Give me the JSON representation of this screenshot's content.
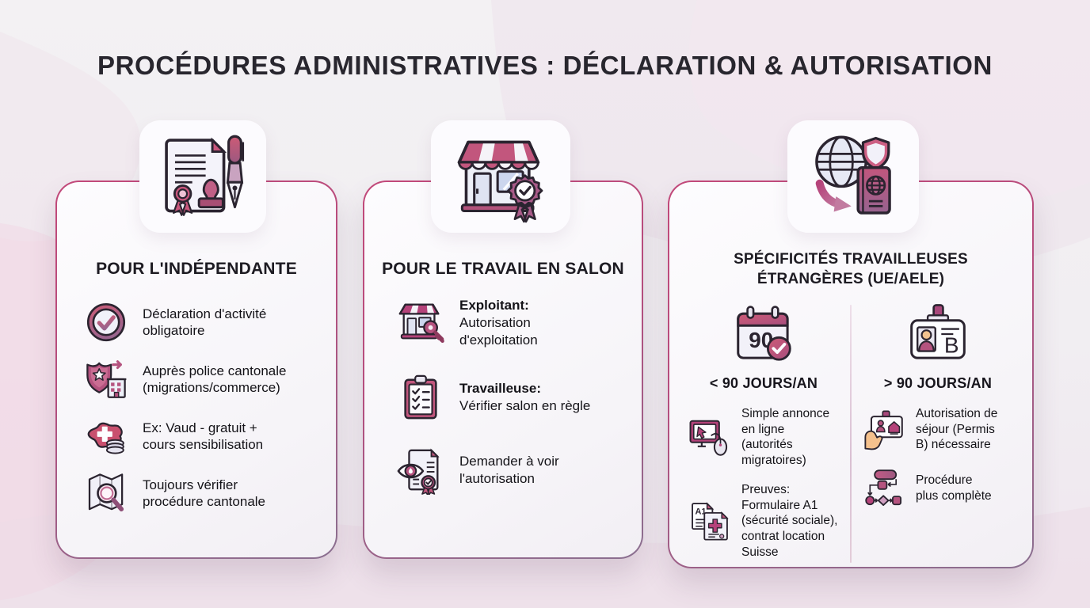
{
  "title": "PROCÉDURES ADMINISTRATIVES : DÉCLARATION & AUTORISATION",
  "colors": {
    "accent_pink": "#c2497a",
    "deep_plum": "#9c4568",
    "border_gradient_end": "#8a7090",
    "background": "#f1eef2",
    "title_text": "#28262e"
  },
  "cards": [
    {
      "title": "POUR L'INDÉPENDANTE",
      "header_icon": "contract-pen-icon",
      "items": [
        {
          "icon": "check-circle-icon",
          "text": "Déclaration d'activité\nobligatoire"
        },
        {
          "icon": "police-badge-icon",
          "text": "Auprès police cantonale\n(migrations/commerce)"
        },
        {
          "icon": "swiss-map-icon",
          "text": "Ex: Vaud - gratuit +\ncours sensibilisation"
        },
        {
          "icon": "map-magnifier-icon",
          "text": "Toujours vérifier\nprocédure cantonale"
        }
      ]
    },
    {
      "title": "POUR LE TRAVAIL EN SALON",
      "header_icon": "storefront-award-icon",
      "items": [
        {
          "icon": "shop-key-icon",
          "lead": "Exploitant:",
          "text": "Autorisation\nd'exploitation"
        },
        {
          "icon": "clipboard-checklist-icon",
          "lead": "Travailleuse:",
          "text": "Vérifier salon en règle"
        },
        {
          "icon": "eye-document-icon",
          "lead": "",
          "text": "Demander à voir\nl'autorisation"
        }
      ]
    },
    {
      "title": "SPÉCIFICITÉS TRAVAILLEUSES\nÉTRANGÈRES (UE/AELE)",
      "header_icon": "globe-passport-icon",
      "columns": [
        {
          "icon": "calendar-90-icon",
          "icon_badge": "90",
          "header": "< 90 JOURS/AN",
          "items": [
            {
              "icon": "monitor-mouse-icon",
              "text": "Simple annonce\nen ligne (autorités\nmigratoires)"
            },
            {
              "icon": "a1-documents-icon",
              "icon_badge": "A1",
              "text": "Preuves:\nFormulaire A1\n(sécurité sociale),\ncontrat location\nSuisse"
            }
          ]
        },
        {
          "icon": "permit-b-card-icon",
          "icon_badge": "B",
          "header": "> 90 JOURS/AN",
          "items": [
            {
              "icon": "hand-id-card-icon",
              "text": "Autorisation de\nséjour (Permis\nB) nécessaire"
            },
            {
              "icon": "flowchart-icon",
              "text": "Procédure\nplus complète"
            }
          ]
        }
      ]
    }
  ]
}
